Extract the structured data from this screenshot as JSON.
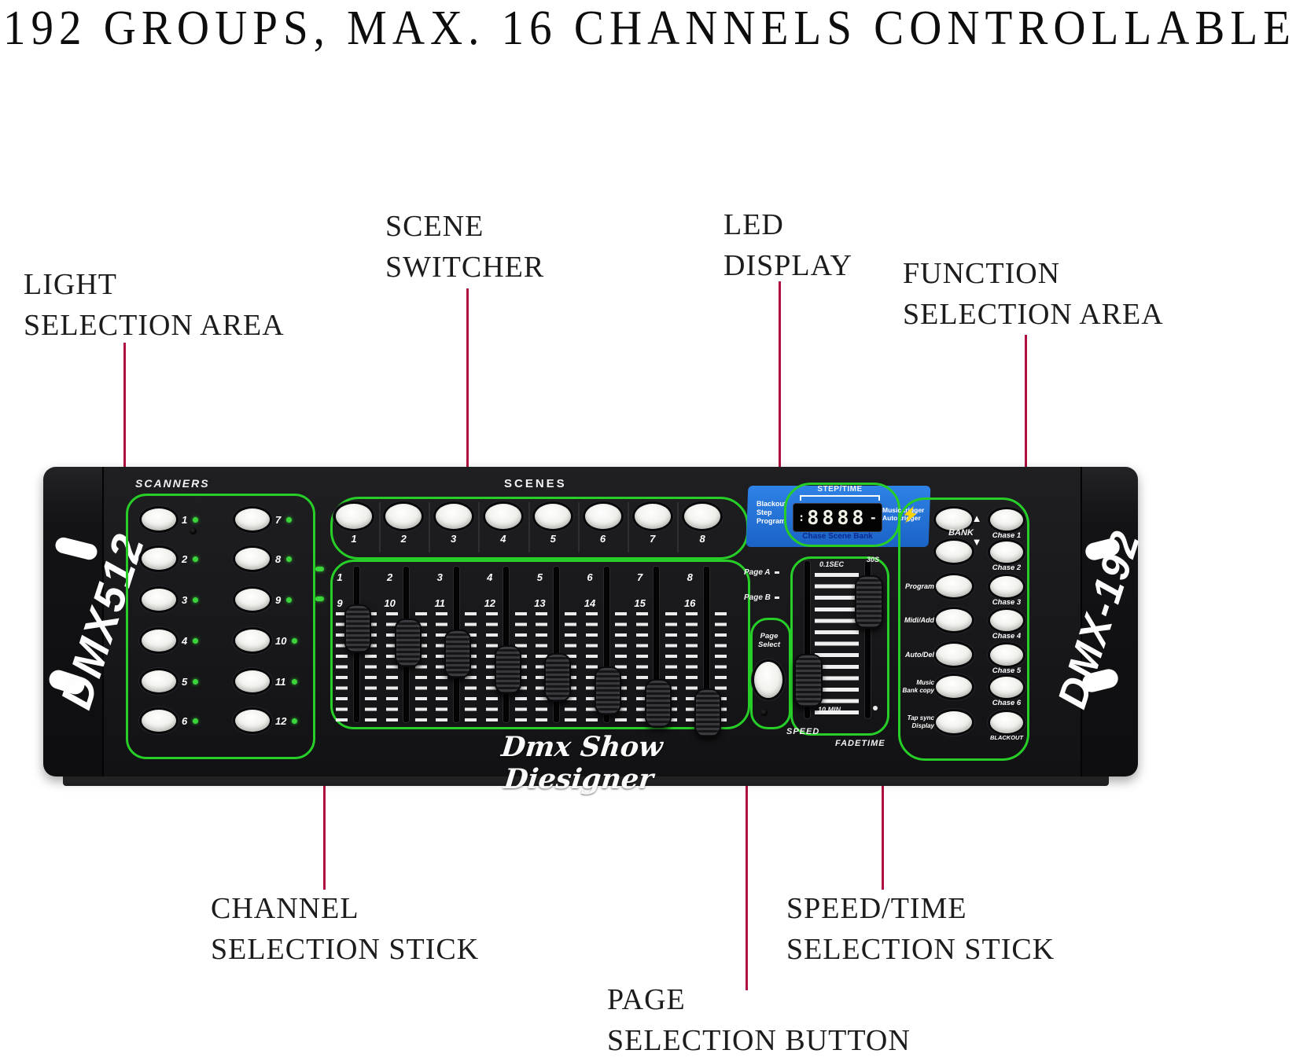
{
  "title": "192 GROUPS, MAX. 16 CHANNELS CONTROLLABLE",
  "colors": {
    "annotation_line": "#b01040",
    "outline_green": "#27ce27",
    "panel_blue": "#2273d8",
    "device_black": "#141416",
    "led_green_dot": "#3bd43b",
    "bolt_yellow": "#ffd400"
  },
  "annotations": {
    "light_selection": [
      "LIGHT",
      "SELECTION AREA"
    ],
    "scene_switcher": [
      "SCENE",
      "SWITCHER"
    ],
    "led_display": [
      "LED",
      "DISPLAY"
    ],
    "function_selection": [
      "FUNCTION",
      "SELECTION AREA"
    ],
    "channel_stick": [
      "CHANNEL",
      "SELECTION STICK"
    ],
    "speed_stick": [
      "SPEED/TIME",
      "SELECTION STICK"
    ],
    "page_button": [
      "PAGE",
      "SELECTION BUTTON"
    ]
  },
  "device": {
    "left_badge": "DMX512",
    "right_badge": "DMX-192",
    "brand_script": "Dmx Show Diesigner",
    "scanners": {
      "label": "SCANNERS",
      "buttons": [
        "1",
        "2",
        "3",
        "4",
        "5",
        "6",
        "7",
        "8",
        "9",
        "10",
        "11",
        "12"
      ]
    },
    "scenes": {
      "label": "SCENES",
      "buttons": [
        "1",
        "2",
        "3",
        "4",
        "5",
        "6",
        "7",
        "8"
      ]
    },
    "faders": {
      "top_numbers": [
        "1",
        "2",
        "3",
        "4",
        "5",
        "6",
        "7",
        "8"
      ],
      "bottom_numbers": [
        "9",
        "10",
        "11",
        "12",
        "13",
        "14",
        "15",
        "16"
      ],
      "positions_pct": [
        39,
        48,
        55,
        65,
        70,
        79,
        87,
        93
      ]
    },
    "page_indicators": {
      "page_a": "Page A",
      "page_b": "Page B"
    },
    "page_select": {
      "label": "Page Select"
    },
    "display": {
      "left_stack": [
        "Blackout",
        "Step",
        "Program"
      ],
      "top_label": "STEP/TIME",
      "digits_prefix": ":",
      "digits": "8888",
      "digits_suffix": "-",
      "bottom_label": "Chase Scene Bank",
      "right_stack": [
        "Music trigger",
        "Auto trigger"
      ]
    },
    "speed_section": {
      "top_left": "0.1SEC",
      "top_right": "30S",
      "bottom_left": "10.MIN",
      "speed_label": "SPEED",
      "fade_label": "FADETIME",
      "speed_pos_pct": 75,
      "fade_pos_pct": 25
    },
    "functions": {
      "bank_label": "BANK",
      "up_arrow": "▲",
      "down_arrow": "▼",
      "left_labels": [
        [
          "Program"
        ],
        [
          "Midi/Add"
        ],
        [
          "Auto/Del"
        ],
        [
          "Music",
          "Bank copy"
        ],
        [
          "Tap sync",
          "Display"
        ]
      ],
      "right_labels": [
        "Chase 1",
        "Chase 2",
        "Chase 3",
        "Chase 4",
        "Chase 5",
        "Chase 6",
        "BLACKOUT"
      ]
    }
  }
}
